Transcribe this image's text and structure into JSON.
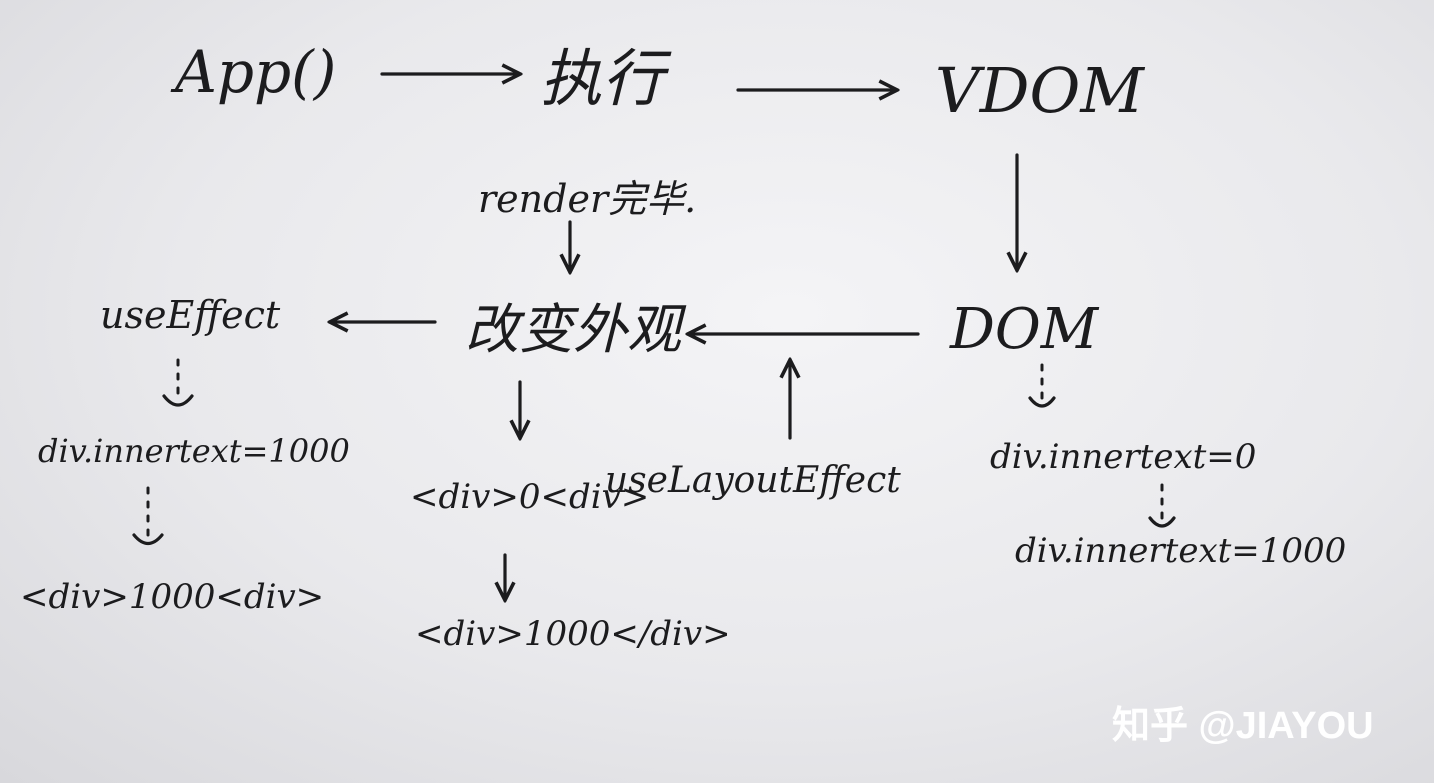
{
  "nodes": {
    "app": "App()",
    "execute": "执行",
    "vdom": "VDOM",
    "render_done": "render完毕.",
    "change_appearance": "改变外观",
    "dom": "DOM",
    "use_effect": "useEffect",
    "use_layout_effect": "useLayoutEffect",
    "left_inner_text": "div.innertext=1000",
    "left_div_1000": "<div>1000<div>",
    "mid_div_0": "<div>0<div>",
    "mid_div_1000": "<div>1000</div>",
    "right_inner_text_0": "div.innertext=0",
    "right_inner_text_1000": "div.innertext=1000"
  },
  "watermark": "知乎 @JIAYOU"
}
